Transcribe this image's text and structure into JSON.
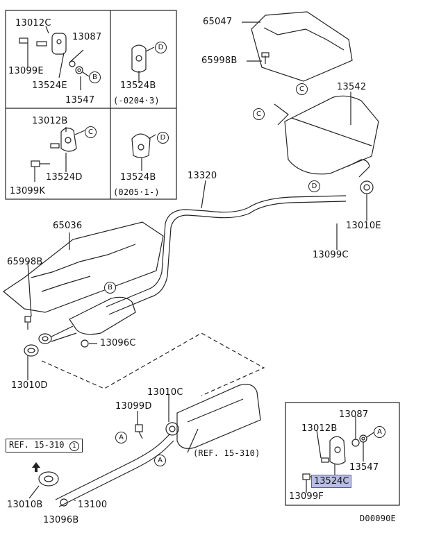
{
  "labels": {
    "p13012c": "13012C",
    "p13087_top": "13087",
    "p13099e": "13099E",
    "p13524e": "13524E",
    "p13547_top": "13547",
    "p13524b_1": "13524B",
    "p13524b_1_note": "(-0204·3)",
    "p13012b_top": "13012B",
    "p13524d": "13524D",
    "p13099k": "13099K",
    "p13524b_2": "13524B",
    "p13524b_2_note": "(0205·1-)",
    "p65047": "65047",
    "p65998b_top": "65998B",
    "p13542": "13542",
    "p13320": "13320",
    "p13010e": "13010E",
    "p13099c": "13099C",
    "p65036": "65036",
    "p65998b_left": "65998B",
    "p13096c": "13096C",
    "p13010d": "13010D",
    "p13010c": "13010C",
    "p13099d": "13099D",
    "ref_1": "REF. 15-310",
    "ref_1_num": "1",
    "ref_2": "(REF. 15-310)",
    "p13010b": "13010B",
    "p13100": "13100",
    "p13096b": "13096B",
    "p13087_inset": "13087",
    "p13012b_inset": "13012B",
    "p13547_inset": "13547",
    "p13524c": "13524C",
    "p13099f": "13099F",
    "diagram_code": "D00090E"
  },
  "callouts": {
    "a": "A",
    "b": "B",
    "c": "C",
    "d": "D"
  },
  "colors": {
    "highlight": "#b9bde6",
    "line": "#222222"
  }
}
